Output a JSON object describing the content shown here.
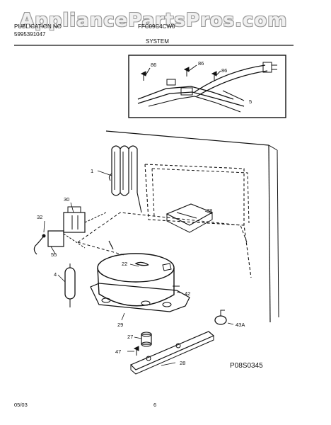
{
  "watermark": "AppliancePartsPros.com",
  "header": {
    "line1_left": "PUBLICATION NO",
    "line1_mid": "FFC09C4CW0",
    "line2_left": "5995391047",
    "section_title": "SYSTEM"
  },
  "callouts": {
    "c86a": "86",
    "c86b": "86",
    "c86c": "86",
    "c5": "5",
    "c1": "1",
    "c30": "30",
    "c32": "32",
    "c78": "78",
    "c55": "55",
    "c4": "4",
    "c22": "22",
    "c42": "42",
    "c29": "29",
    "c43a": "43A",
    "c27": "27",
    "c47": "47",
    "c28": "28"
  },
  "figure_code": "P08S0345",
  "footer": {
    "date": "05/03",
    "page": "6"
  }
}
